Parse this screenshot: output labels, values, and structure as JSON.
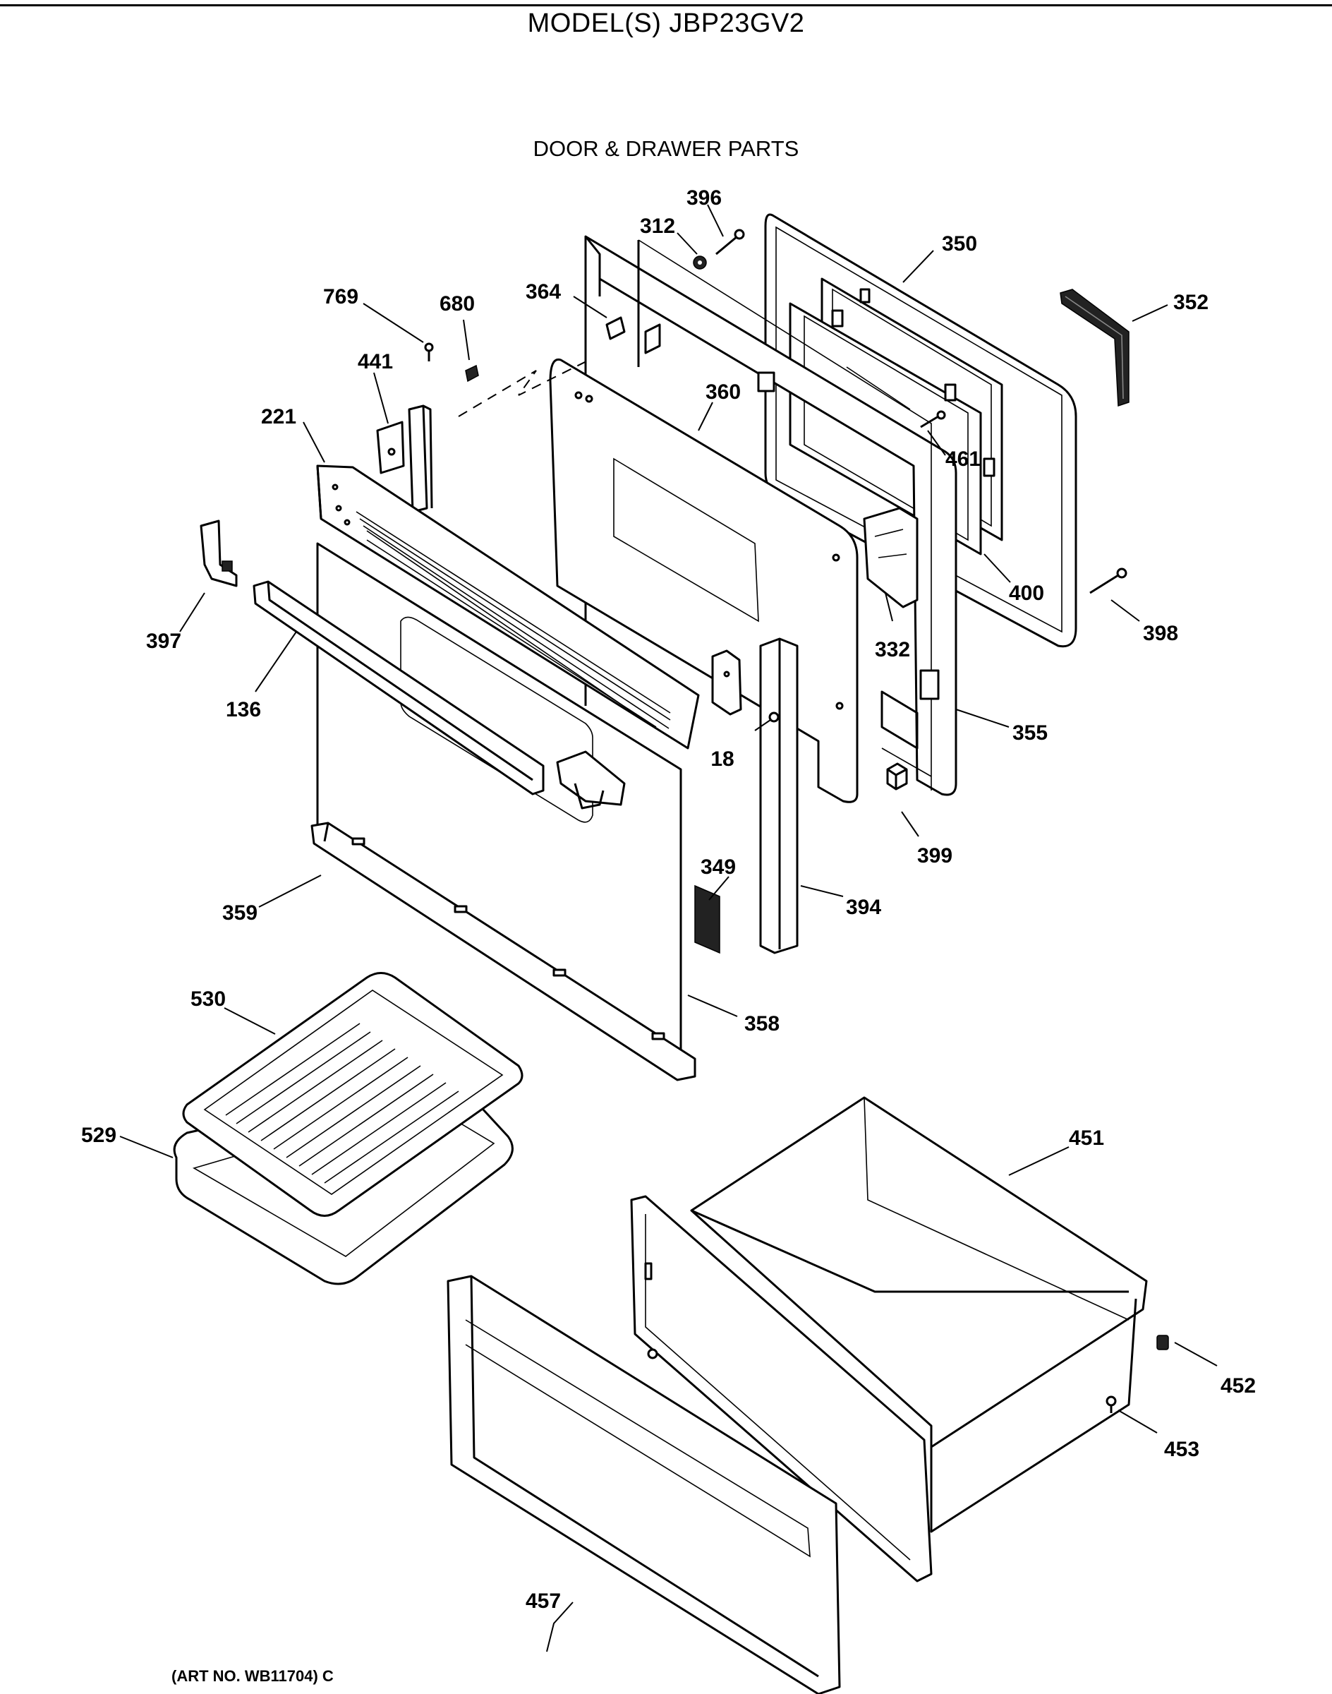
{
  "header": {
    "title": "MODEL(S) JBP23GV2",
    "subtitle": "DOOR & DRAWER PARTS",
    "art_no": "(ART NO. WB11704) C"
  },
  "parts": [
    {
      "id": "396",
      "label": "396"
    },
    {
      "id": "312",
      "label": "312"
    },
    {
      "id": "350",
      "label": "350"
    },
    {
      "id": "352",
      "label": "352"
    },
    {
      "id": "769",
      "label": "769"
    },
    {
      "id": "680",
      "label": "680"
    },
    {
      "id": "364",
      "label": "364"
    },
    {
      "id": "441",
      "label": "441"
    },
    {
      "id": "360",
      "label": "360"
    },
    {
      "id": "221",
      "label": "221"
    },
    {
      "id": "461",
      "label": "461"
    },
    {
      "id": "400",
      "label": "400"
    },
    {
      "id": "397",
      "label": "397"
    },
    {
      "id": "398",
      "label": "398"
    },
    {
      "id": "332",
      "label": "332"
    },
    {
      "id": "136",
      "label": "136"
    },
    {
      "id": "355",
      "label": "355"
    },
    {
      "id": "18",
      "label": "18"
    },
    {
      "id": "399",
      "label": "399"
    },
    {
      "id": "349",
      "label": "349"
    },
    {
      "id": "359",
      "label": "359"
    },
    {
      "id": "394",
      "label": "394"
    },
    {
      "id": "530",
      "label": "530"
    },
    {
      "id": "358",
      "label": "358"
    },
    {
      "id": "529",
      "label": "529"
    },
    {
      "id": "451",
      "label": "451"
    },
    {
      "id": "452",
      "label": "452"
    },
    {
      "id": "453",
      "label": "453"
    },
    {
      "id": "457",
      "label": "457"
    }
  ]
}
